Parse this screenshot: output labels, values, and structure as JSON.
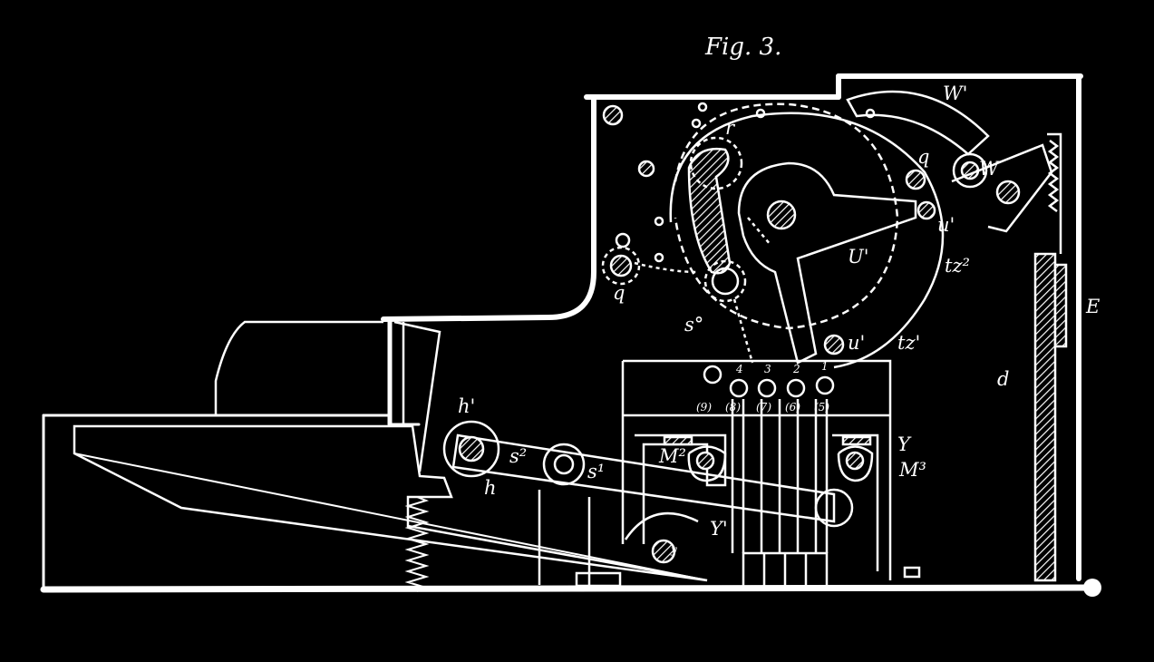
{
  "figure": {
    "title": "Fig. 3.",
    "colors": {
      "background": "#000000",
      "line": "#ffffff"
    }
  },
  "labels": {
    "W1": "W'",
    "W": "W",
    "U1": "U'",
    "u": "u'",
    "u_top": "u'",
    "tz2": "tz²",
    "tz1": "tz'",
    "E": "E",
    "d": "d",
    "S0": "s°",
    "S1": "s¹",
    "S2": "s²",
    "h": "h",
    "h1": "h'",
    "M2": "M²",
    "M3": "M³",
    "Y": "Y",
    "Y1": "Y'",
    "y": "y",
    "q_left": "q",
    "q_right": "q",
    "r": "r"
  },
  "digits": {
    "d4": "4",
    "d3": "3",
    "d2": "2",
    "d1": "1",
    "p9": "(9)",
    "p8": "(8)",
    "p7": "(7)",
    "p6": "(6)",
    "p5": "(5)"
  }
}
